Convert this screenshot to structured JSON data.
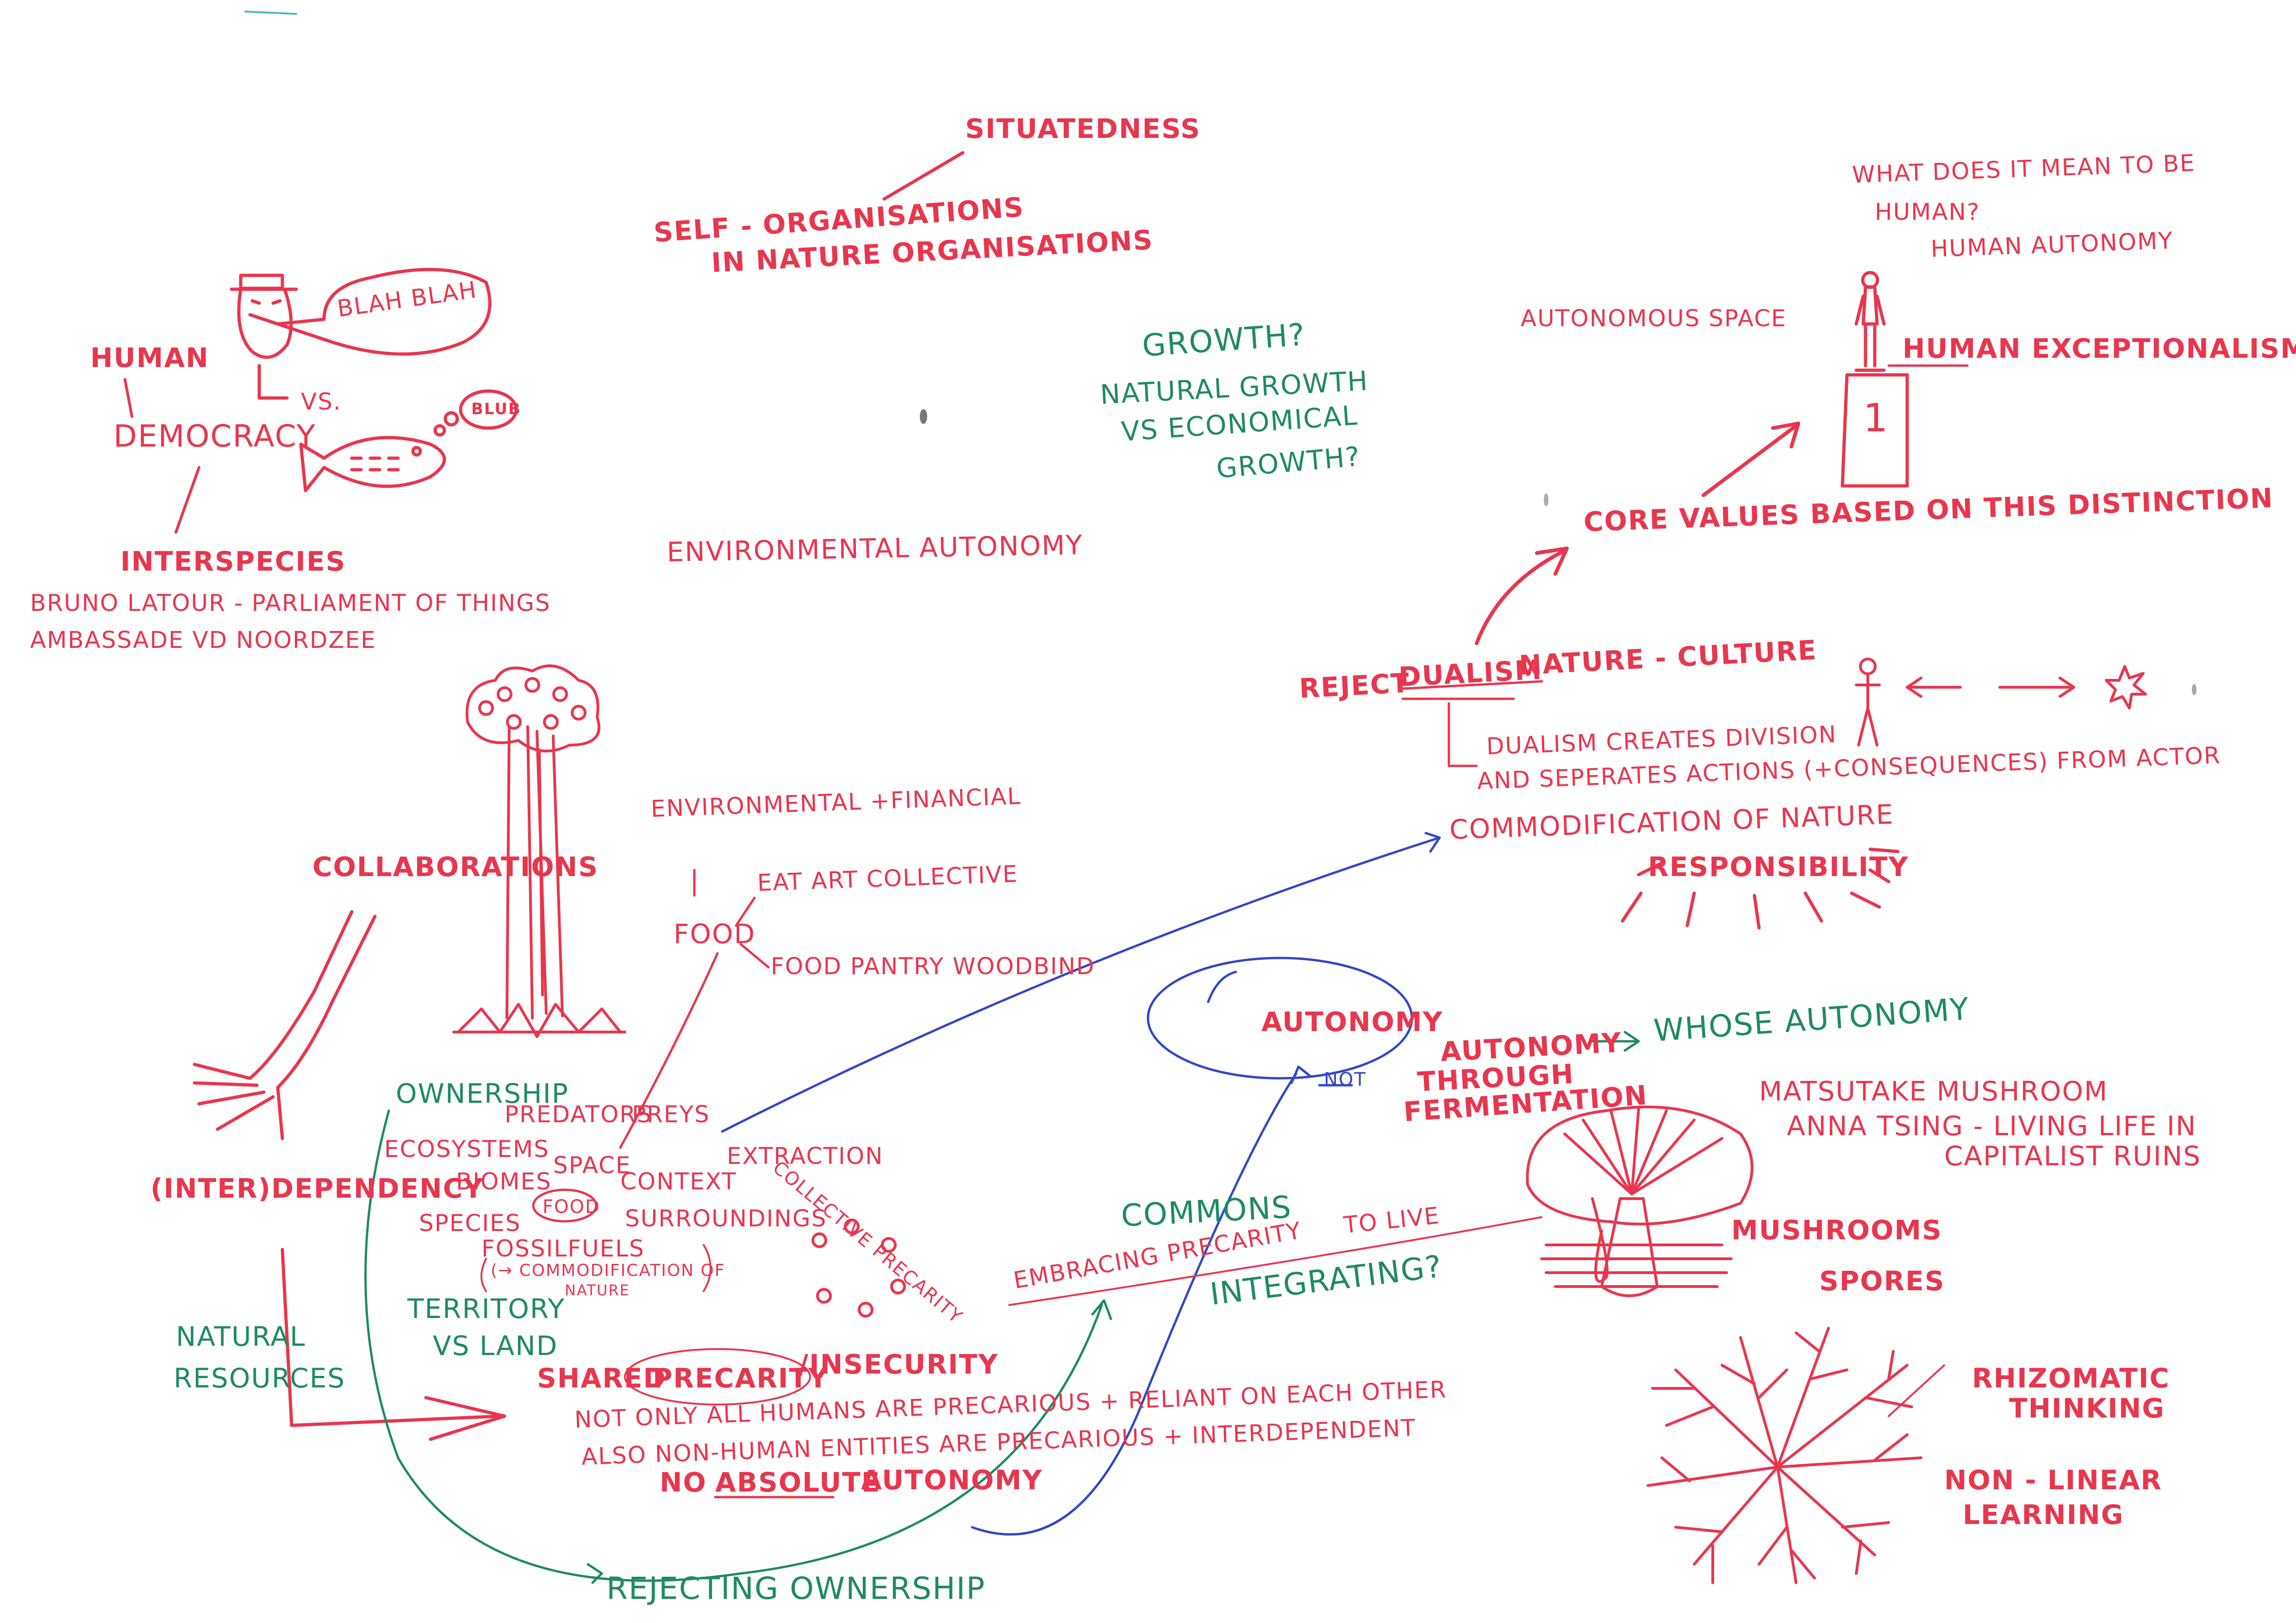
{
  "colors": {
    "red": "#e8364d",
    "green": "#1f8a63",
    "blue": "#3246c8"
  },
  "labels": {
    "situatedness": "SITUATEDNESS",
    "self_organisations": "SELF - ORGANISATIONS",
    "in_nature": "IN NATURE ORGANISATIONS",
    "human": "HUMAN",
    "blah": "BLAH BLAH",
    "vs": "VS.",
    "blub": "BLUB",
    "democracy": "DEMOCRACY",
    "interspecies": "INTERSPECIES",
    "latour": "BRUNO LATOUR - PARLIAMENT OF THINGS",
    "ambassade": "AMBASSADE VD NOORDZEE",
    "growth_q": "GROWTH?",
    "natural_growth": "NATURAL GROWTH",
    "vs_economical": "VS ECONOMICAL",
    "growth_q2": "GROWTH?",
    "environmental_autonomy": "ENVIRONMENTAL AUTONOMY",
    "what_does": "WHAT DOES IT MEAN TO BE",
    "human_q": "HUMAN?",
    "human_autonomy": "HUMAN AUTONOMY",
    "autonomous_space": "AUTONOMOUS SPACE",
    "human_exceptionalism": "HUMAN EXCEPTIONALISM",
    "podium_number": "1",
    "core_values": "CORE VALUES BASED ON THIS DISTINCTION",
    "reject": "REJECT",
    "dualism": "DUALISM",
    "nature_culture": "NATURE - CULTURE",
    "dualism_creates": "DUALISM CREATES DIVISION",
    "and_separates": "AND SEPERATES ACTIONS (+CONSEQUENCES) FROM ACTOR",
    "commodification": "COMMODIFICATION OF NATURE",
    "responsibility": "RESPONSIBILITY",
    "env_financial": "ENVIRONMENTAL +FINANCIAL",
    "collaborations": "COLLABORATIONS",
    "eat_art": "EAT ART COLLECTIVE",
    "food": "FOOD",
    "food_pantry": "FOOD PANTRY WOODBIND",
    "autonomy": "AUTONOMY",
    "not": "NOT",
    "autonomy_through": "AUTONOMY",
    "through": "THROUGH",
    "fermentation": "FERMENTATION",
    "whose_autonomy": "WHOSE AUTONOMY",
    "matsutake": "MATSUTAKE MUSHROOM",
    "anna_tsing": "ANNA TSING - LIVING LIFE IN",
    "capitalist_ruins": "CAPITALIST RUINS",
    "mushrooms": "MUSHROOMS",
    "spores": "SPORES",
    "rhizomatic": "RHIZOMATIC",
    "thinking": "THINKING",
    "non_linear": "NON - LINEAR",
    "learning": "LEARNING",
    "ownership": "OWNERSHIP",
    "predators": "PREDATORS",
    "preys": "PREYS",
    "ecosystems": "ECOSYSTEMS",
    "biomes": "BIOMES",
    "space": "SPACE",
    "context": "CONTEXT",
    "extraction": "EXTRACTION",
    "species": "SPECIES",
    "food_circle": "FOOD",
    "surroundings": "SURROUNDINGS",
    "fossil_fuels": "FOSSILFUELS",
    "commodification_of": "(→ COMMODIFICATION OF",
    "nature_small": "NATURE",
    "interdependency": "(INTER)DEPENDENCY",
    "natural": "NATURAL",
    "resources": "RESOURCES",
    "territory": "TERRITORY",
    "vs_land": "VS LAND",
    "collective_precarity": "COLLECTIVE PRECARITY",
    "commons": "COMMONS",
    "embracing": "EMBRACING PRECARITY",
    "to_live": "TO LIVE",
    "integrating": "INTEGRATING?",
    "shared": "SHARED",
    "precarity": "PRECARITY",
    "insecurity": "/INSECURITY",
    "not_only": "NOT ONLY ALL HUMANS ARE PRECARIOUS + RELIANT ON EACH OTHER",
    "also_non": "ALSO NON-HUMAN ENTITIES ARE PRECARIOUS + INTERDEPENDENT",
    "no": "NO",
    "absolute": "ABSOLUTE",
    "autonomy_end": "AUTONOMY",
    "rejecting_ownership": "REJECTING OWNERSHIP"
  }
}
